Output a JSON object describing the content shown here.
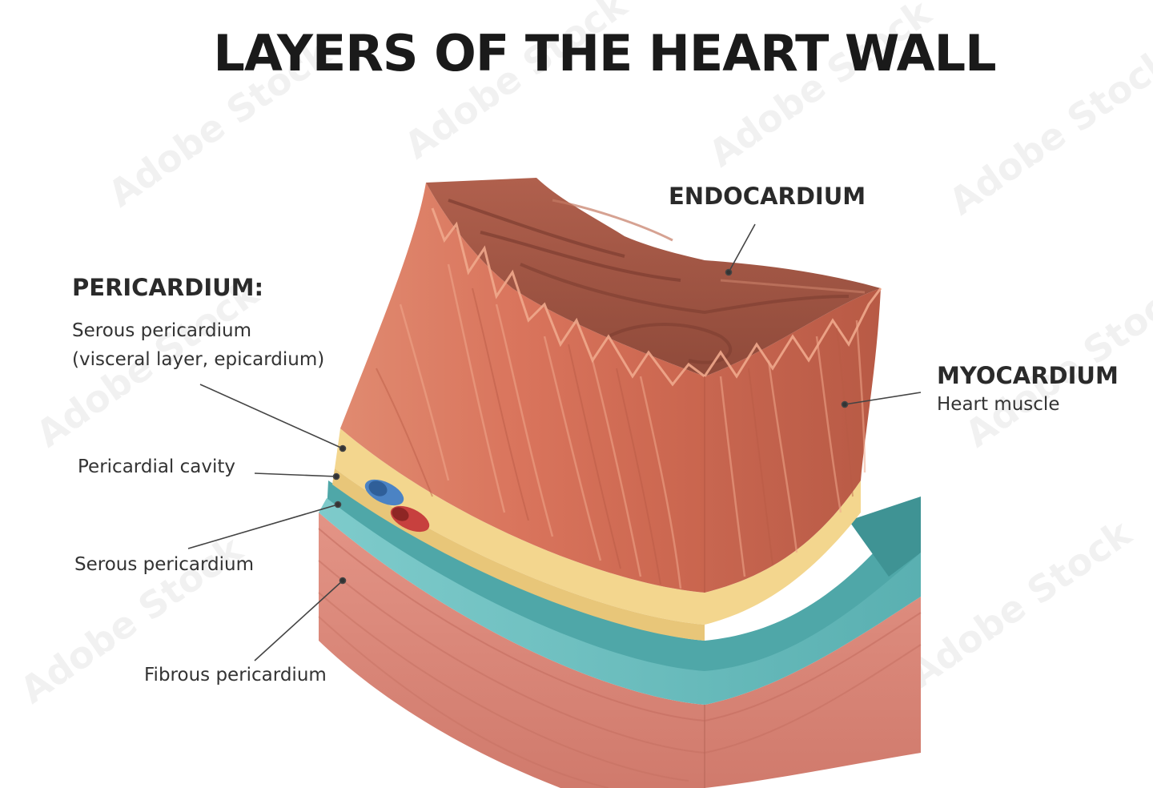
{
  "title": "LAYERS OF THE HEART WALL",
  "labels": {
    "endocardium": "ENDOCARDIUM",
    "pericardium_heading": "PERICARDIUM:",
    "serous_visceral_line1": "Serous pericardium",
    "serous_visceral_line2": "(visceral layer, epicardium)",
    "pericardial_cavity": "Pericardial cavity",
    "serous_pericardium": "Serous pericardium",
    "fibrous_pericardium": "Fibrous pericardium",
    "myocardium": "MYOCARDIUM",
    "heart_muscle": "Heart muscle"
  },
  "watermark": "Adobe Stock",
  "colors": {
    "muscle": "#d9745c",
    "muscle_dark": "#a8533f",
    "muscle_light": "#f0a88c",
    "top_surface": "#a65a48",
    "epicardium_fat": "#f3d68e",
    "serous_teal": "#4fa7a8",
    "serous_teal_light": "#7ecbcb",
    "fibrous": "#d98678"
  }
}
